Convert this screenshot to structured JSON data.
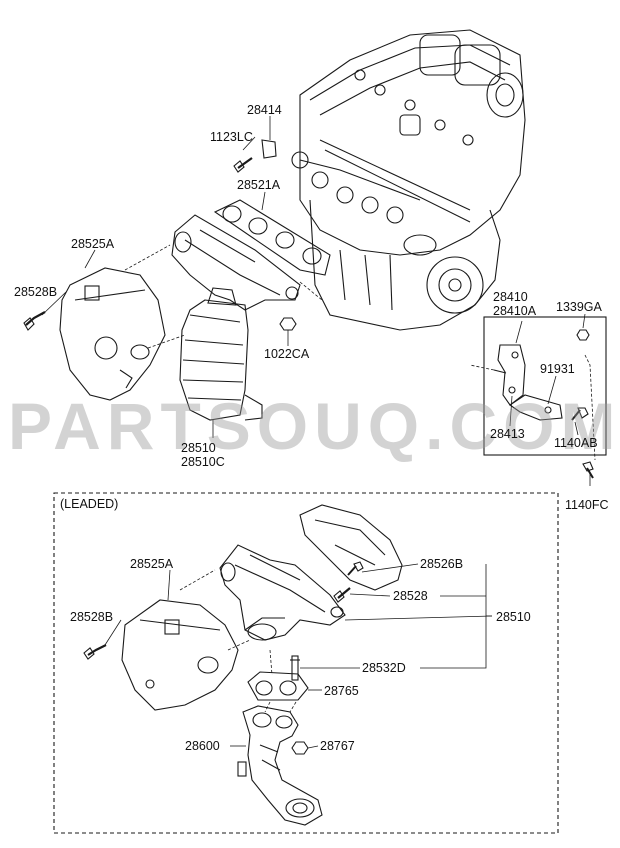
{
  "watermark": "PARTSOUQ.COM",
  "section_title": "(LEADED)",
  "upper_labels": {
    "p28414": "28414",
    "p1123LC": "1123LC",
    "p28521A": "28521A",
    "p28525A": "28525A",
    "p28528B": "28528B",
    "p1022CA": "1022CA",
    "p28510": "28510",
    "p28510C": "28510C",
    "p28410": "28410",
    "p28410A": "28410A",
    "p1339GA": "1339GA",
    "p91931": "91931",
    "p28413": "28413",
    "p1140AB": "1140AB",
    "p1140FC": "1140FC"
  },
  "lower_labels": {
    "p28525A": "28525A",
    "p28528B": "28528B",
    "p28526B": "28526B",
    "p28528": "28528",
    "p28510": "28510",
    "p28532D": "28532D",
    "p28765": "28765",
    "p28600": "28600",
    "p28767": "28767"
  },
  "colors": {
    "line": "#1a1a1a",
    "text": "#111111",
    "watermark": "#969696",
    "background": "#ffffff"
  }
}
